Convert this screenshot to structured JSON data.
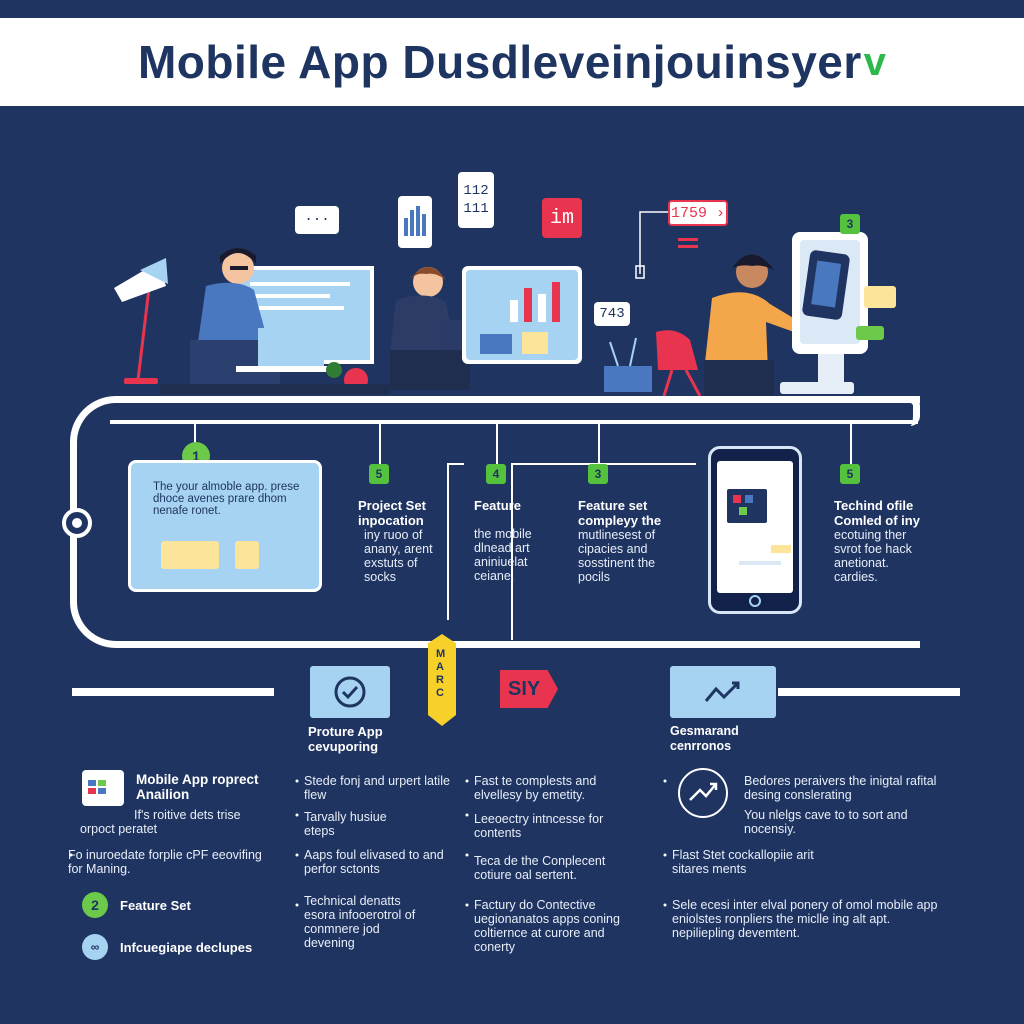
{
  "header": {
    "title": "Mobile App Dusdleveinjouinsyer",
    "check": "v"
  },
  "scene": {
    "bubbles": [
      "···",
      "112\n111",
      "im",
      "1759 ›",
      "743",
      "3"
    ]
  },
  "timeline": {
    "badges": [
      "1",
      "5",
      "4",
      "3",
      "5"
    ],
    "card_text": "The your almoble app. prese dhoce avenes prare dhom nenafe ronet.",
    "steps": [
      {
        "title": "Project Set inpocation",
        "body": "iny ruoo of anany, arent exstuts of socks"
      },
      {
        "title": "Feature",
        "body": "the mobile dlnead art aniniuelat ceiane."
      },
      {
        "title": "Feature set compleyy the",
        "body": "mutlinesest of cipacies and sosstinent the pocils"
      },
      {
        "title": "Techind ofile Comled of iny",
        "body": "ecotuing ther svrot foe hack anetionat. cardies."
      }
    ]
  },
  "markers": {
    "tag": "MARC",
    "flag": "SIY"
  },
  "sections": {
    "mid": {
      "title": "Proture App cevuporing"
    },
    "right": {
      "title": "Gesmarand cenrronos"
    }
  },
  "lists": {
    "left": {
      "heading": "Mobile App roprect Anailion",
      "sub": "If's roitive dets trise orpoct peratet",
      "item1": "Fo inuroedate forplie cPF eeovifing for Maning.",
      "item2_badge": "2",
      "item2": "Feature Set",
      "item3": "Infcuegiape declupes"
    },
    "col2": [
      "Stede fonj and urpert latile flew",
      "Tarvally husiue eteps",
      "Aaps foul elivased to and perfor sctonts",
      "Technical denatts esora infooerotrol of conmnere jod devening"
    ],
    "col3": [
      "Fast te complests and elvellesy by emetity.",
      "Leeoectry intncesse for contents",
      "Teca de the Conplecent cotiure oal sertent.",
      "Factury do Contective uegionanatos apps coning coltiernce at curore and conerty"
    ],
    "col4_lead": "Bedores peraivers the inigtal rafital desing conslerating",
    "col4_lead2": "You nlelgs cave to to sort and nocensiy.",
    "col4": [
      "Flast Stet cockallopiie arit sitares ments",
      "Sele ecesi inter elval ponery of omol mobile app eniolstes ronpliers the miclle ing alt apt. nepiliepling devemtent."
    ]
  },
  "colors": {
    "bg": "#1f3461",
    "accent_green": "#55c23d",
    "accent_red": "#e8344e",
    "card_blue": "#a7d3f3"
  }
}
